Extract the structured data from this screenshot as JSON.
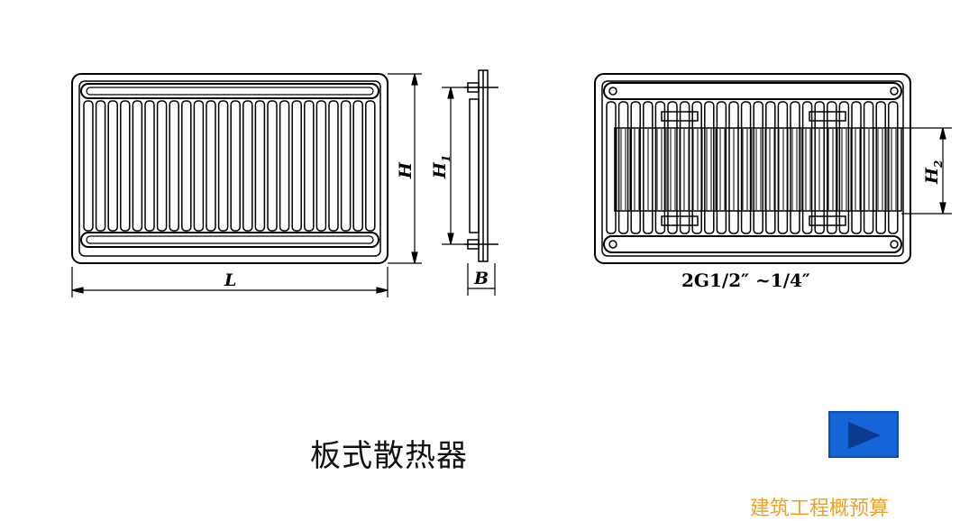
{
  "caption": "板式散热器",
  "footer_text": "建筑工程概预算",
  "play_button": {
    "icon": "play-icon",
    "color": "#1565d8"
  },
  "labels": {
    "L": "L",
    "H": "H",
    "H1_main": "H",
    "H1_sub": "1",
    "B": "B",
    "H2_main": "H",
    "H2_sub": "2",
    "pipe_size": "2G1/2″ ~1/4″"
  },
  "colors": {
    "line": "#000000",
    "accent": "#f0a020"
  }
}
